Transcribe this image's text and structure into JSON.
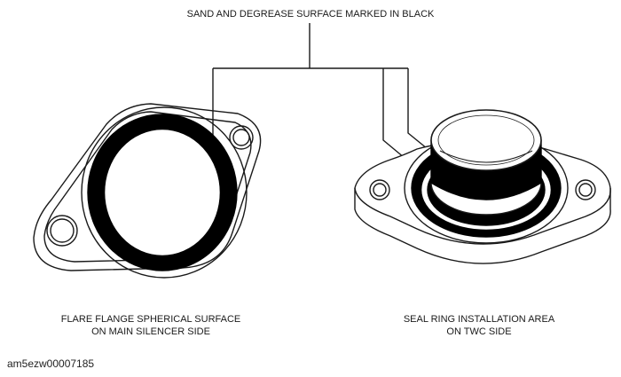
{
  "labels": {
    "top": "SAND AND DEGREASE SURFACE MARKED IN BLACK",
    "left_line1": "FLARE FLANGE SPHERICAL SURFACE",
    "left_line2": "ON MAIN SILENCER SIDE",
    "right_line1": "SEAL RING INSTALLATION AREA",
    "right_line2": "ON TWC SIDE",
    "image_id": "am5ezw00007185"
  },
  "colors": {
    "line": "#1a1a1a",
    "fill_black": "#000000",
    "paper": "#ffffff"
  }
}
